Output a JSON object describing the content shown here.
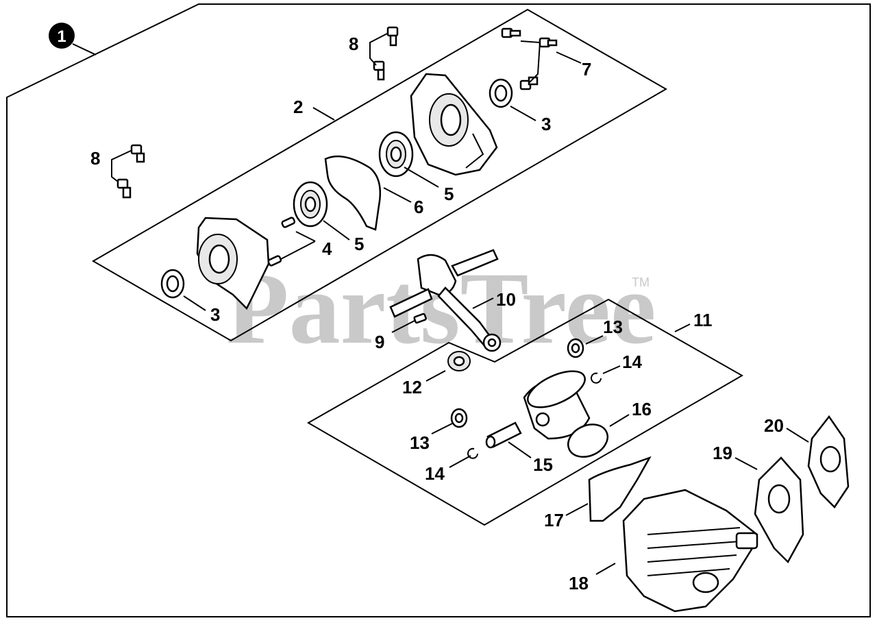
{
  "diagram": {
    "assembly_badge": "1",
    "watermark": "PartsTree",
    "trademark": "TM",
    "callouts": [
      {
        "id": "c8a",
        "label": "8"
      },
      {
        "id": "c7",
        "label": "7"
      },
      {
        "id": "c2",
        "label": "2"
      },
      {
        "id": "c3a",
        "label": "3"
      },
      {
        "id": "c8b",
        "label": "8"
      },
      {
        "id": "c6",
        "label": "6"
      },
      {
        "id": "c5a",
        "label": "5"
      },
      {
        "id": "c5b",
        "label": "5"
      },
      {
        "id": "c4",
        "label": "4"
      },
      {
        "id": "c3b",
        "label": "3"
      },
      {
        "id": "c10",
        "label": "10"
      },
      {
        "id": "c9",
        "label": "9"
      },
      {
        "id": "c11",
        "label": "11"
      },
      {
        "id": "c13a",
        "label": "13"
      },
      {
        "id": "c14a",
        "label": "14"
      },
      {
        "id": "c12",
        "label": "12"
      },
      {
        "id": "c16",
        "label": "16"
      },
      {
        "id": "c13b",
        "label": "13"
      },
      {
        "id": "c15",
        "label": "15"
      },
      {
        "id": "c14b",
        "label": "14"
      },
      {
        "id": "c20",
        "label": "20"
      },
      {
        "id": "c19",
        "label": "19"
      },
      {
        "id": "c17",
        "label": "17"
      },
      {
        "id": "c18",
        "label": "18"
      }
    ]
  }
}
